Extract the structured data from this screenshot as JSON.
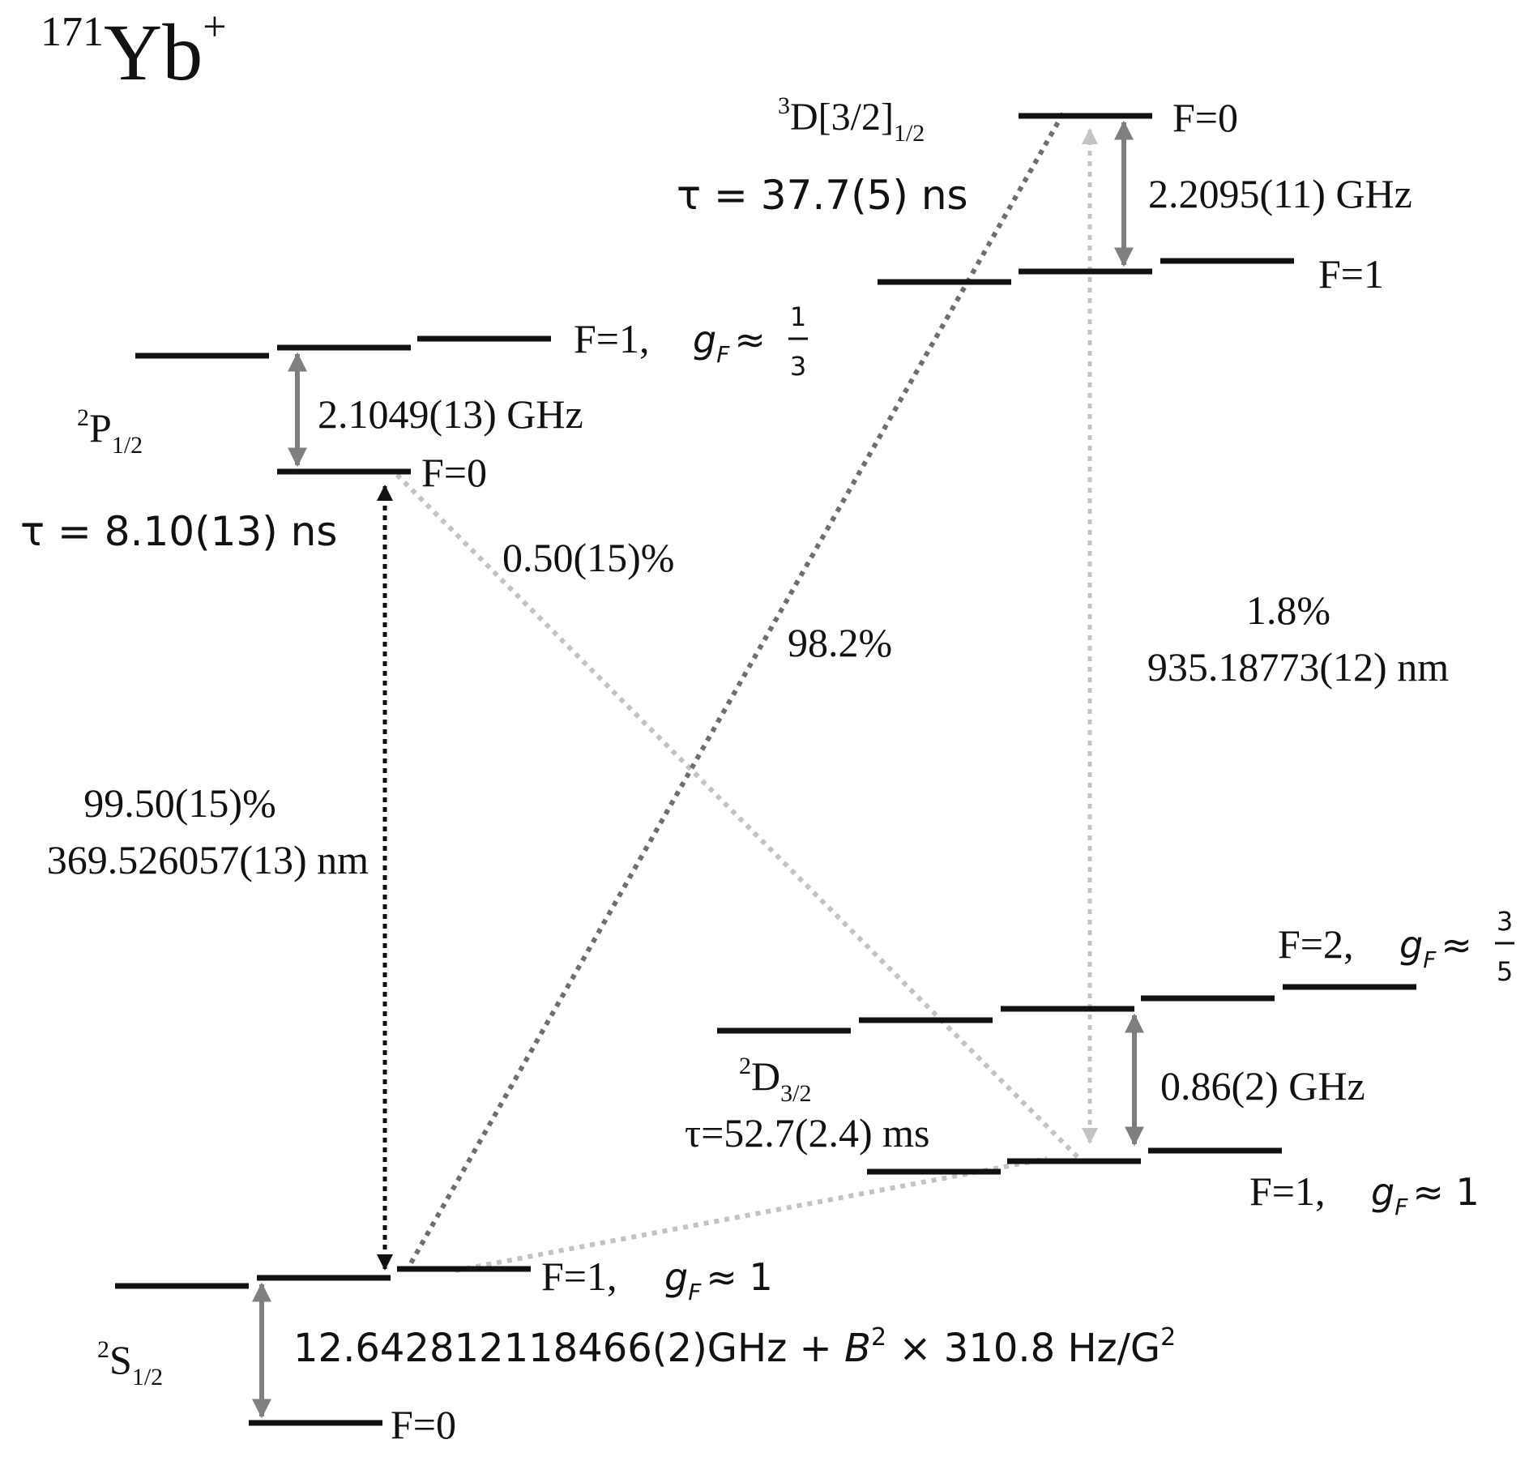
{
  "title": {
    "mass": "171",
    "element": "Yb",
    "charge": "+"
  },
  "levels": {
    "S": {
      "term": {
        "sup": "2",
        "base": "S",
        "sub": "1/2"
      },
      "upper_F": "F=1,",
      "upper_gF": "≈ 1",
      "lower_F": "F=0",
      "splitting": "12.642812118466(2)GHz + ",
      "splitting_B": "B",
      "splitting_rest": "2",
      "splitting_tail": " × 310.8 Hz/G",
      "splitting_tail_exp": "2"
    },
    "P": {
      "term": {
        "sup": "2",
        "base": "P",
        "sub": "1/2"
      },
      "upper_F": "F=1,",
      "upper_gF_num": "1",
      "upper_gF_den": "3",
      "lower_F": "F=0",
      "splitting": "2.1049(13) GHz",
      "lifetime": "τ = 8.10(13) ns"
    },
    "D": {
      "term": {
        "sup": "2",
        "base": "D",
        "sub": "3/2"
      },
      "lifetime": "τ=52.7(2.4) ms",
      "upper_F": "F=2,",
      "upper_gF_num": "3",
      "upper_gF_den": "5",
      "lower_F": "F=1,",
      "lower_gF": "≈ 1",
      "splitting": "0.86(2) GHz"
    },
    "D3": {
      "term": {
        "sup": "3",
        "base": "D[3/2]",
        "sub": "1/2"
      },
      "lifetime": "τ = 37.7(5) ns",
      "upper_F": "F=0",
      "lower_F": "F=1",
      "splitting": "2.2095(11) GHz"
    }
  },
  "gF_symbol": {
    "g": "g",
    "sub": "F",
    "approx": "≈"
  },
  "transitions": {
    "cooling": {
      "branching": "99.50(15)%",
      "wavelength": "369.526057(13) nm"
    },
    "p_to_d": {
      "branching": "0.50(15)%"
    },
    "d3_to_s": {
      "branching": "98.2%"
    },
    "d3_to_d": {
      "branching": "1.8%",
      "wavelength": "935.18773(12) nm"
    }
  },
  "colors": {
    "level": "#111111",
    "gray_arrow": "#7f7f7f",
    "dark_dotted": "#6e6e6e",
    "light_dotted": "#c3c3c3",
    "black_dotted": "#111111",
    "text": "#111111"
  }
}
